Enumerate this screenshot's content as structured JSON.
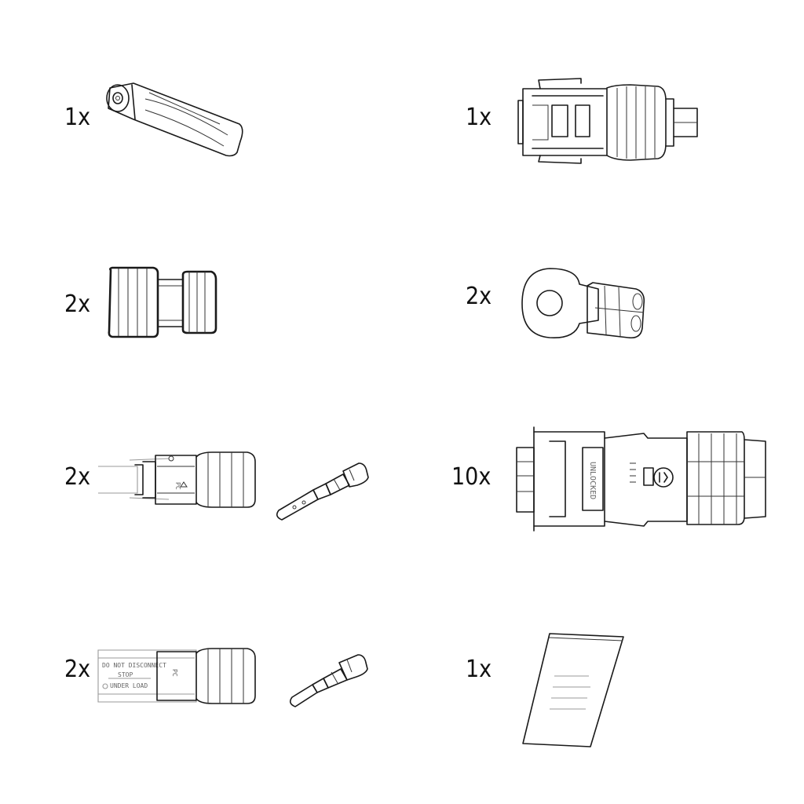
{
  "items": [
    {
      "qty": "1x"
    },
    {
      "qty": "1x"
    },
    {
      "qty": "2x"
    },
    {
      "qty": "2x"
    },
    {
      "qty": "2x"
    },
    {
      "qty": "10x"
    },
    {
      "qty": "2x"
    },
    {
      "qty": "1x"
    }
  ],
  "connector_label": "UNLOCKED",
  "plug_labels": {
    "line1": "DO NOT DISCONNECT",
    "line2": "STOP",
    "line3": "UNDER LOAD"
  }
}
